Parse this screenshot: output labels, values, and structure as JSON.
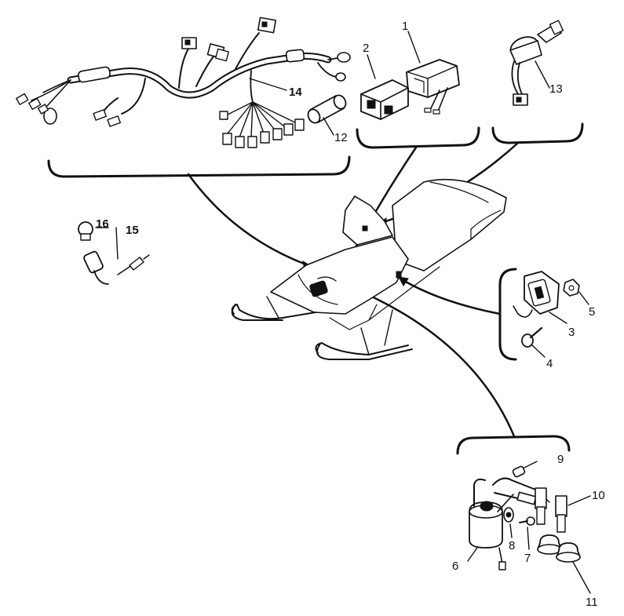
{
  "colors": {
    "ink": "#111111",
    "background": "#ffffff"
  },
  "callouts": [
    {
      "id": "1",
      "text": "1"
    },
    {
      "id": "2",
      "text": "2"
    },
    {
      "id": "3",
      "text": "3"
    },
    {
      "id": "4",
      "text": "4"
    },
    {
      "id": "5",
      "text": "5"
    },
    {
      "id": "6",
      "text": "6"
    },
    {
      "id": "7",
      "text": "7"
    },
    {
      "id": "8",
      "text": "8"
    },
    {
      "id": "9",
      "text": "9"
    },
    {
      "id": "10",
      "text": "10"
    },
    {
      "id": "11",
      "text": "11"
    },
    {
      "id": "12",
      "text": "12"
    },
    {
      "id": "13",
      "text": "13"
    },
    {
      "id": "14",
      "text": "14"
    },
    {
      "id": "15",
      "text": "15"
    },
    {
      "id": "16",
      "text": "16"
    }
  ]
}
